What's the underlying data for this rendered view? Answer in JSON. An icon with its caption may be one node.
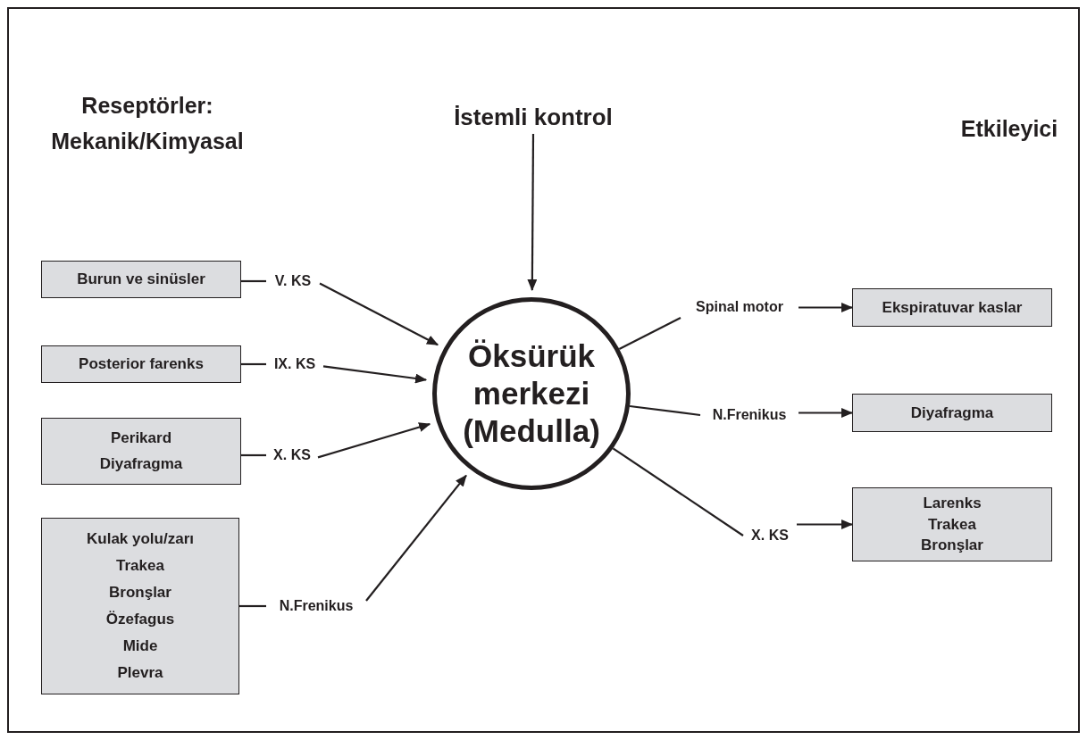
{
  "diagram": {
    "nodes": [
      {
        "text": [
          "İstemli kontrol"
        ]
      },
      {
        "text": [
          "Öksürük merkezi (Medulla)"
        ]
      },
      {
        "text": [
          "Burun ve sinüsler"
        ]
      },
      {
        "text": [
          "V. KS"
        ]
      },
      {
        "text": [
          "Posterior farenks"
        ]
      },
      {
        "text": [
          "IX. KS"
        ]
      },
      {
        "text": [
          "Perikard",
          "Diyafragma"
        ]
      },
      {
        "text": [
          "X. KS"
        ]
      },
      {
        "text": [
          "Kulak yolu/zarı",
          "Trakea",
          "Bronşlar",
          "Özefagus",
          "Mide",
          "Plevra"
        ]
      },
      {
        "text": [
          "N.Frenikus"
        ]
      },
      {
        "text": [
          "Spinal motor"
        ]
      },
      {
        "text": [
          "Ekspiratuvar kaslar"
        ]
      },
      {
        "text": [
          "N.Frenikus"
        ]
      },
      {
        "text": [
          "Diyafragma"
        ]
      },
      {
        "text": [
          "X. KS"
        ]
      },
      {
        "text": [
          "Larenks",
          "Trakea",
          "Bronşlar"
        ]
      }
    ],
    "edges": [
      {
        "from": 0,
        "to": 1,
        "arrow": "to"
      },
      {
        "from": 2,
        "to": 3,
        "arrow": "none"
      },
      {
        "from": 3,
        "to": 1,
        "arrow": "to"
      },
      {
        "from": 4,
        "to": 5,
        "arrow": "none"
      },
      {
        "from": 5,
        "to": 1,
        "arrow": "to"
      },
      {
        "from": 6,
        "to": 7,
        "arrow": "none"
      },
      {
        "from": 7,
        "to": 1,
        "arrow": "to"
      },
      {
        "from": 8,
        "to": 9,
        "arrow": "none"
      },
      {
        "from": 9,
        "to": 1,
        "arrow": "to"
      },
      {
        "from": 1,
        "to": 10,
        "arrow": "none"
      },
      {
        "from": 10,
        "to": 11,
        "arrow": "to"
      },
      {
        "from": 1,
        "to": 12,
        "arrow": "none"
      },
      {
        "from": 12,
        "to": 13,
        "arrow": "to"
      },
      {
        "from": 1,
        "to": 14,
        "arrow": "none"
      },
      {
        "from": 14,
        "to": 15,
        "arrow": "to"
      }
    ],
    "labels": [
      "Reseptörler: Mekanik/Kimyasal",
      "Etkileyici"
    ]
  }
}
